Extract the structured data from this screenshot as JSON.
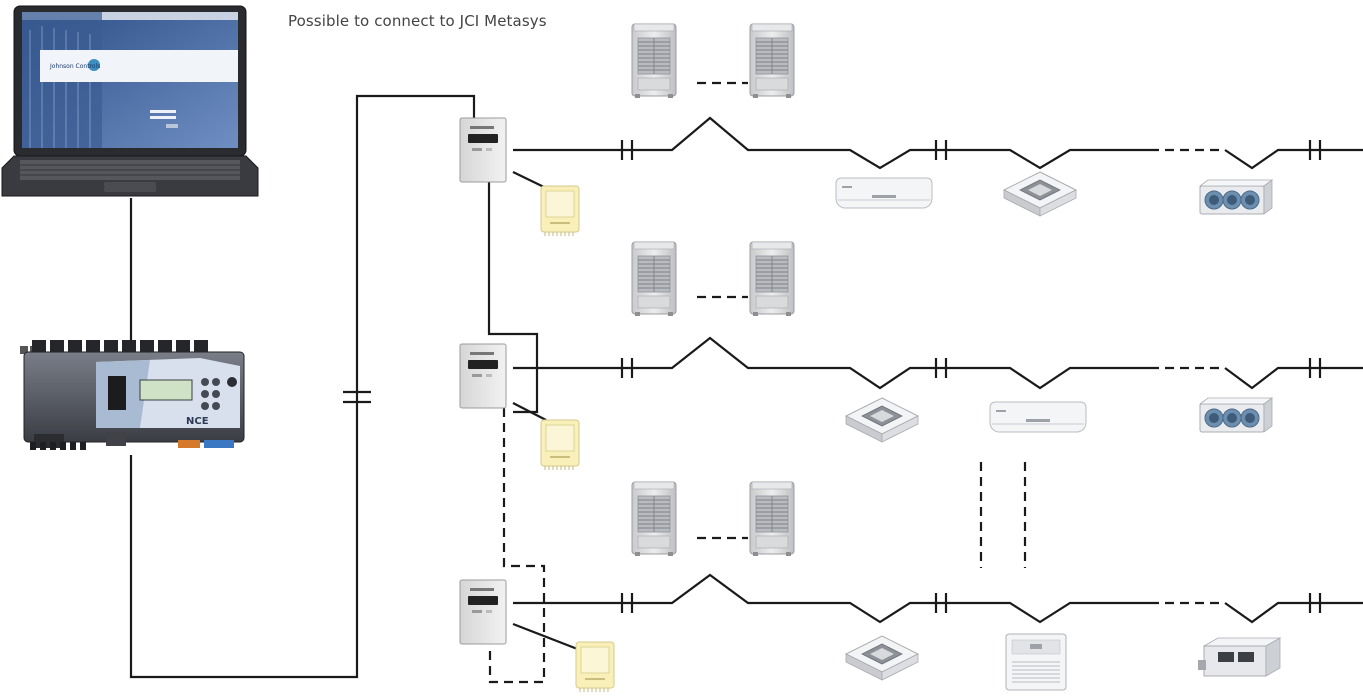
{
  "caption": "Possible to connect to JCI Metasys",
  "controller": {
    "label": "NCE"
  },
  "laptop": {
    "brand_logo": "Johnson Controls"
  },
  "colors": {
    "line": "#1a1a1a",
    "outdoor_unit": "#dcdcde",
    "module": "#e6e6e6",
    "yellow_box": "#f8f0b8",
    "indoor_unit": "#f3f4f6",
    "background": "#ffffff"
  },
  "icons": [
    "laptop-icon",
    "nce-controller-icon",
    "outdoor-unit-icon",
    "interface-module-icon",
    "wired-controller-icon",
    "wall-mounted-unit-icon",
    "cassette-unit-icon",
    "ducted-unit-icon",
    "floor-console-unit-icon"
  ]
}
